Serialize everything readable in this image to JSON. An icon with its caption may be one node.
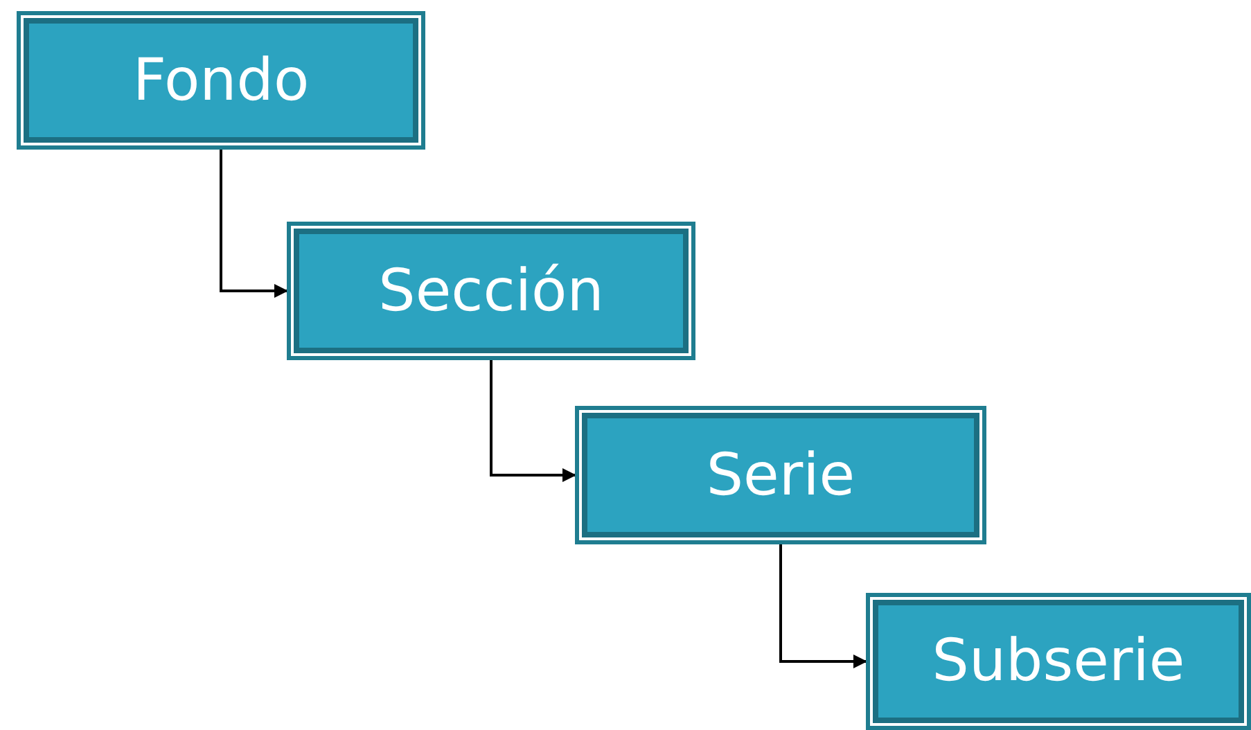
{
  "diagram": {
    "nodes": [
      {
        "text": [
          "Fondo"
        ]
      },
      {
        "text": [
          "Sección"
        ]
      },
      {
        "text": [
          "Serie"
        ]
      },
      {
        "text": [
          "Subserie"
        ]
      }
    ],
    "edges": [
      {
        "from": 0,
        "to": 1,
        "arrow": "to"
      },
      {
        "from": 1,
        "to": 2,
        "arrow": "to"
      },
      {
        "from": 2,
        "to": 3,
        "arrow": "to"
      }
    ]
  }
}
